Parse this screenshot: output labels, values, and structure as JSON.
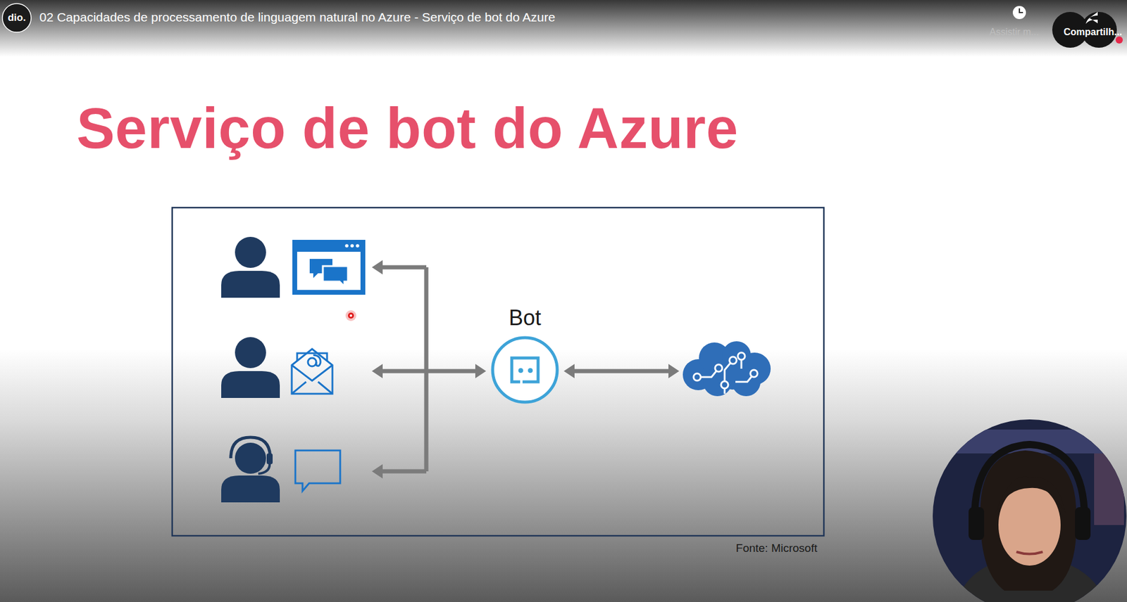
{
  "diagram": {
    "title": "Serviço de bot do Azure",
    "nodes": [
      {
        "text": [
          "Bot"
        ]
      }
    ],
    "labels": [
      "dio.",
      "02 Capacidades de processamento de linguagem natural no Azure - Serviço de bot do Azure",
      "Assistir m...",
      "Compartilh...",
      "Fonte: Microsoft"
    ]
  }
}
